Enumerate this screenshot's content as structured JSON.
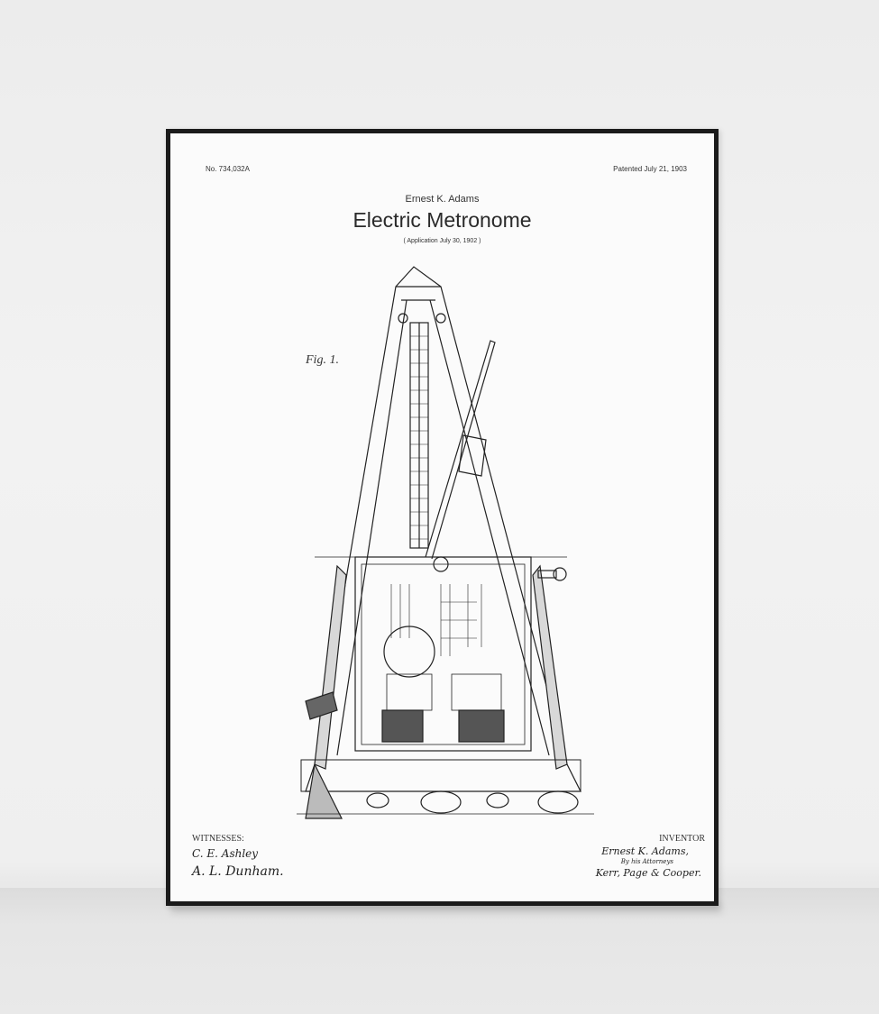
{
  "poster": {
    "patent_number": "No. 734,032A",
    "patent_date": "Patented July 21, 1903",
    "inventor": "Ernest K. Adams",
    "title": "Electric Metronome",
    "application_date": "( Application  July 30, 1902 )",
    "figure_label": "Fig. 1.",
    "witnesses_label": "WITNESSES:",
    "inventor_label": "INVENTOR",
    "witness_signatures": [
      "C. E. Ashley",
      "A. L. Dunham."
    ],
    "inventor_signature": "Ernest K. Adams,",
    "attorneys_note": "By his Attorneys",
    "attorneys_signature": "Kerr, Page & Cooper."
  }
}
